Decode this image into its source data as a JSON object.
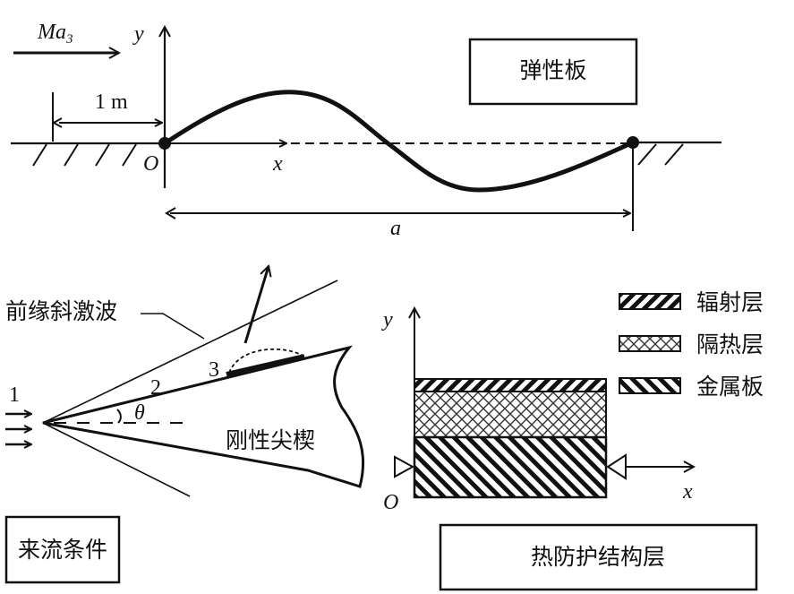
{
  "top_panel": {
    "mach_label": "Ma",
    "mach_subscript": "3",
    "y_axis_label": "y",
    "x_axis_label": "x",
    "origin_label": "O",
    "offset_label": "1 m",
    "length_label": "a",
    "box_label": "弹性板"
  },
  "wedge_panel": {
    "shock_label": "前缘斜激波",
    "region_1": "1",
    "region_2": "2",
    "region_3": "3",
    "angle_label": "θ",
    "body_label": "刚性尖楔",
    "box_label": "来流条件"
  },
  "tps_panel": {
    "y_axis_label": "y",
    "x_axis_label": "x",
    "origin_label": "O",
    "box_label": "热防护结构层",
    "legend": [
      {
        "label": "辐射层",
        "pattern": "hatch-forward"
      },
      {
        "label": "隔热层",
        "pattern": "crosshatch"
      },
      {
        "label": "金属板",
        "pattern": "hatch-backward"
      }
    ]
  }
}
